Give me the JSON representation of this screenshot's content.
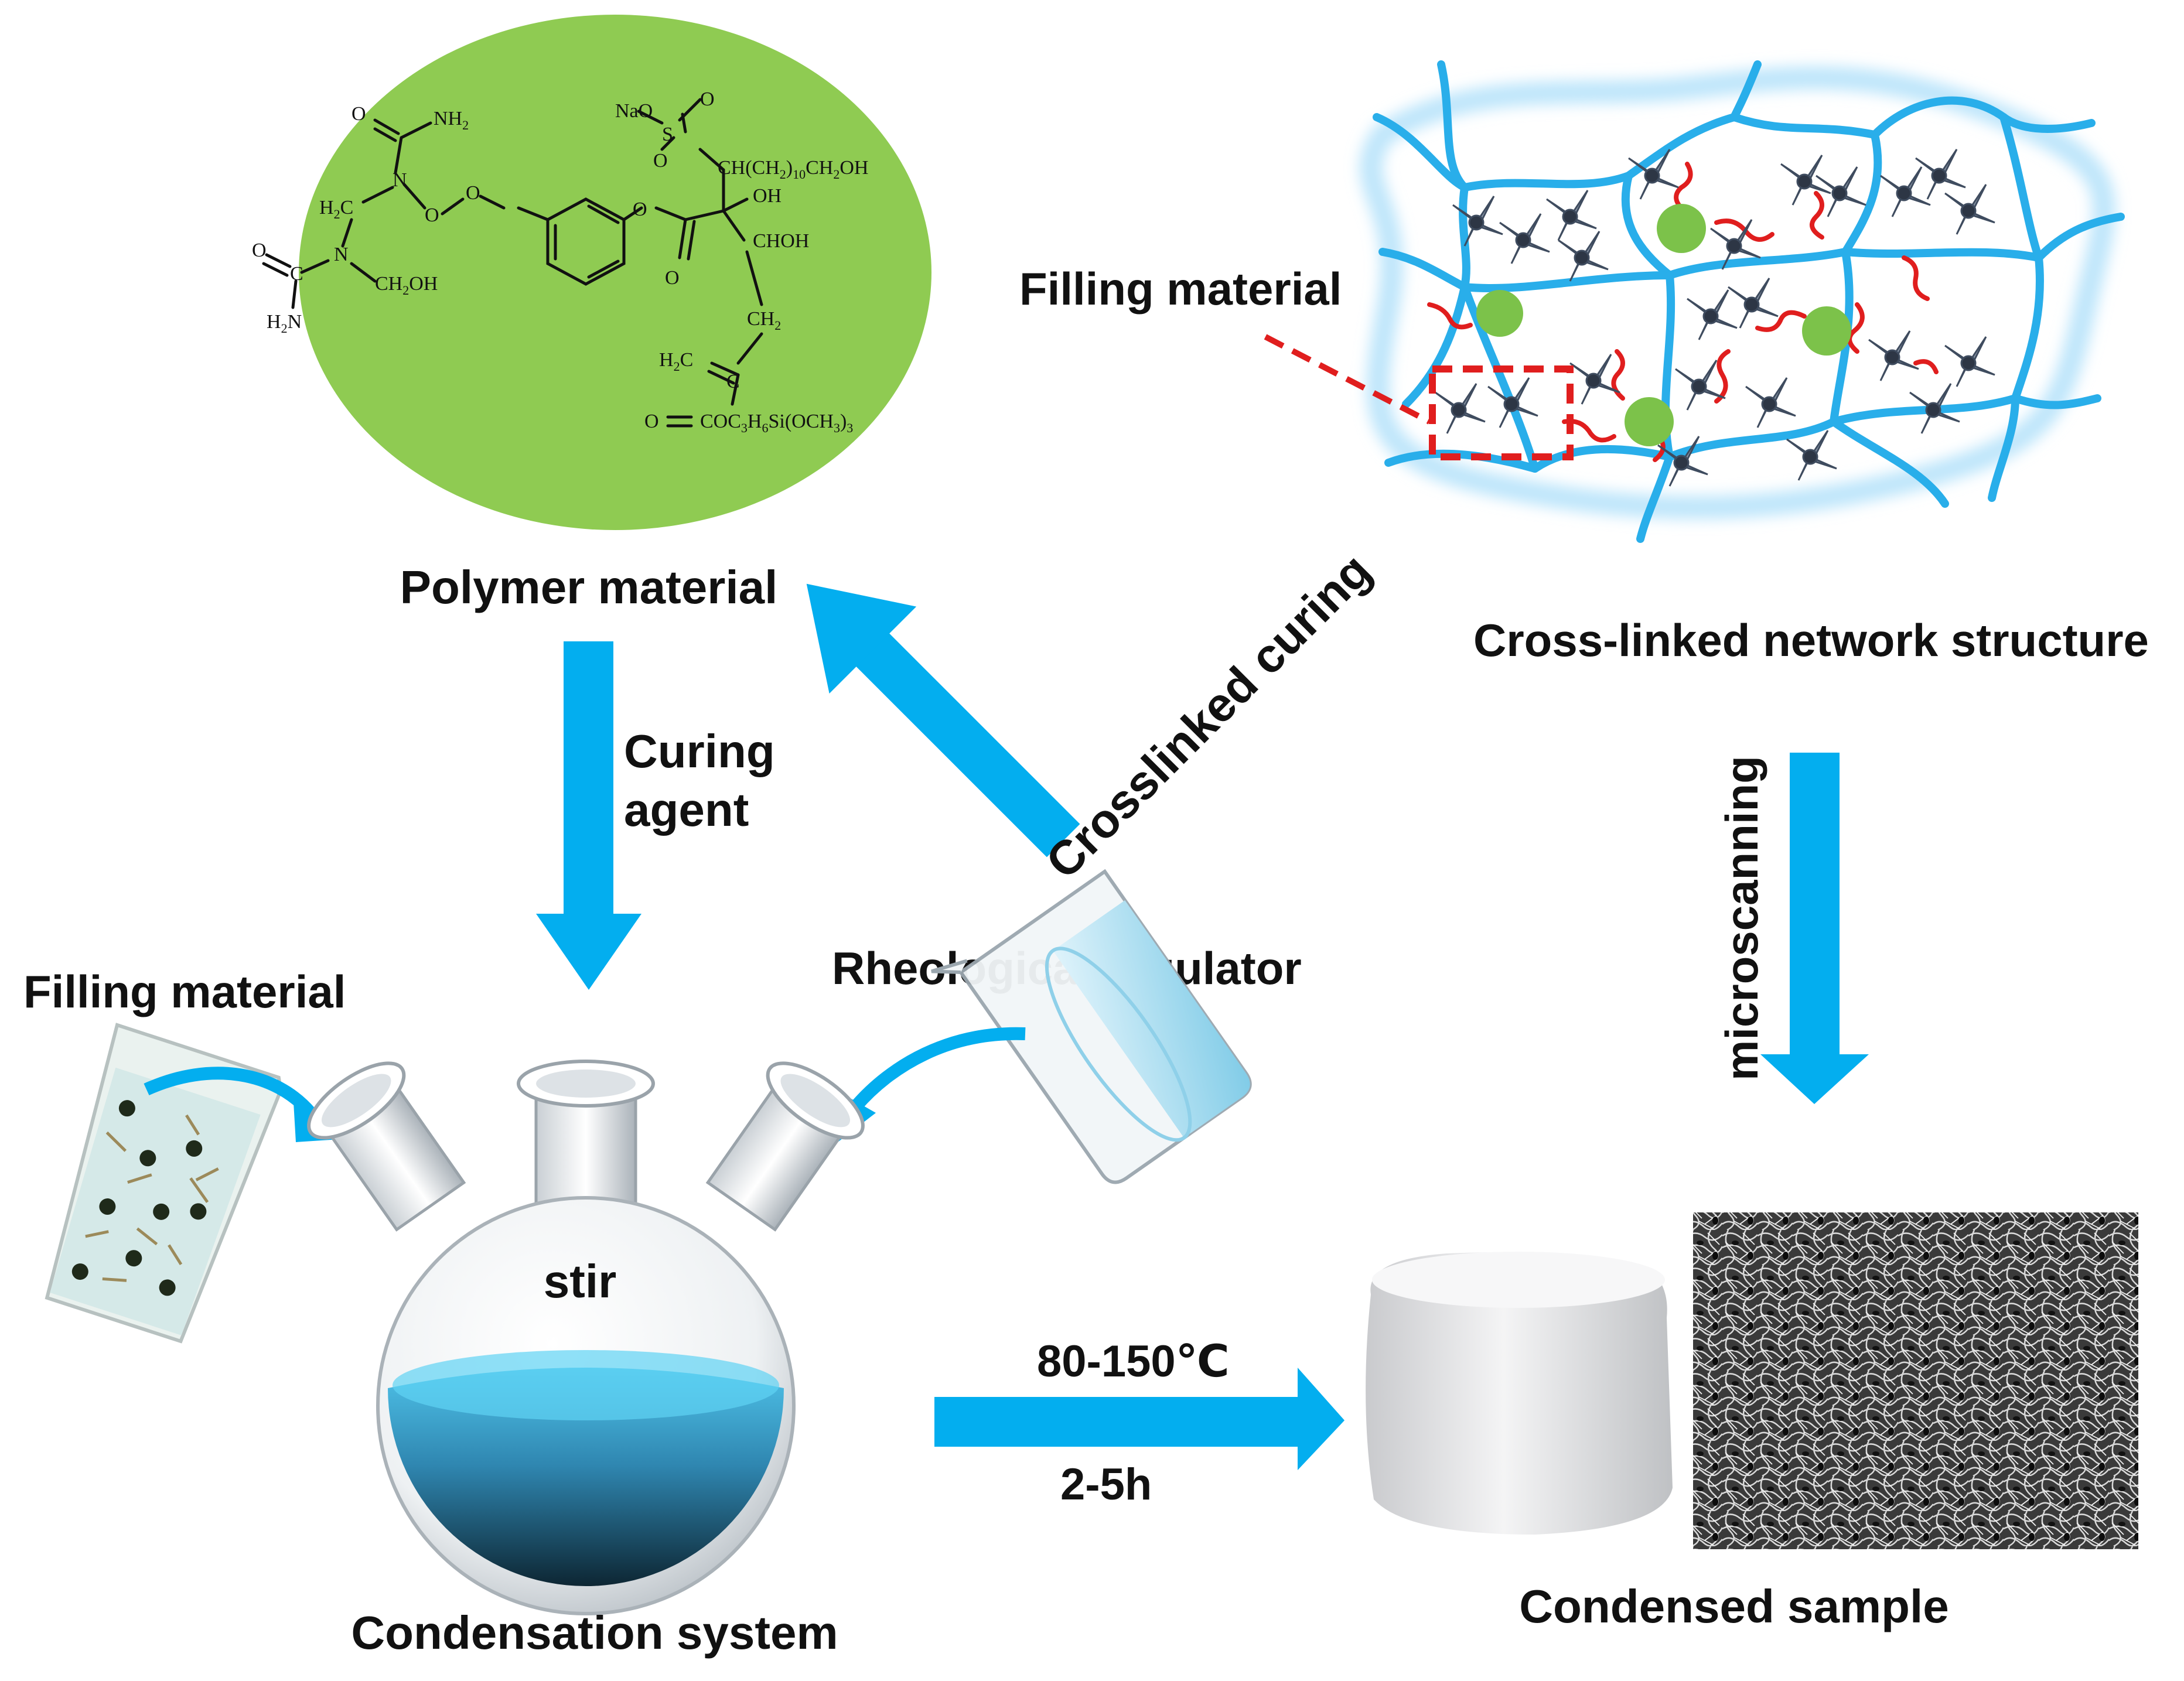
{
  "colors": {
    "arrow": "#03AEEF",
    "polymer_fill": "#8FCB52",
    "network_line": "#29AEEA",
    "network_glow": "#BFE6FB",
    "red_chain": "#E01E1E",
    "filler_dot": "#7CC24A",
    "liquid": "#3A9CC7",
    "text": "#111111"
  },
  "labels": {
    "polymer_material": "Polymer material",
    "curing_agent_line1": "Curing",
    "curing_agent_line2": "agent",
    "filling_material_left": "Filling material",
    "filling_material_right": "Filling material",
    "rheological_regulator": "Rheological regulator",
    "crosslinked_curing": "Crosslinked curing",
    "cross_linked_network": "Cross-linked network structure",
    "microscanning": "microscanning",
    "stir": "stir",
    "temperature": "80-150℃",
    "duration": "2-5h",
    "condensation_system": "Condensation system",
    "condensed_sample": "Condensed sample"
  },
  "chemical_labels": {
    "nh2_top": "NH",
    "nh2_top_sub": "2",
    "o_top": "O",
    "n_upper": "N",
    "h2c": "H",
    "h2c_sub": "2",
    "h2c_c": "C",
    "o_peroxide_1": "O",
    "o_peroxide_2": "O",
    "n_lower": "N",
    "ch2oh_lower": "CH",
    "ch2oh_lower_sub": "2",
    "ch2oh_lower_tail": "OH",
    "o_left": "O",
    "c_left": "C",
    "h2n": "H",
    "h2n_sub": "2",
    "h2n_tail": "N",
    "nao": "NaO",
    "s": "S",
    "o_s_top": "O",
    "o_s_left": "O",
    "ch_chain": "CH(CH",
    "ch_chain_sub1": "2",
    "ch_chain_mid": ")",
    "ch_chain_sub2": "10",
    "ch_chain_tail": "CH",
    "ch_chain_sub3": "2",
    "ch_chain_end": "OH",
    "o_ester": "O",
    "oh": "OH",
    "choh": "CHOH",
    "o_carbonyl": "O",
    "ch2_side": "CH",
    "ch2_side_sub": "2",
    "h2c_vinyl": "H",
    "h2c_vinyl_sub": "2",
    "h2c_vinyl_c": "C",
    "c_vinyl": "C",
    "o_silane": "O",
    "silane": "COC",
    "silane_sub1": "3",
    "silane_mid": "H",
    "silane_sub2": "6",
    "silane_tail": "Si(OCH",
    "silane_sub3": "3",
    "silane_close": ")",
    "silane_sub4": "3"
  }
}
